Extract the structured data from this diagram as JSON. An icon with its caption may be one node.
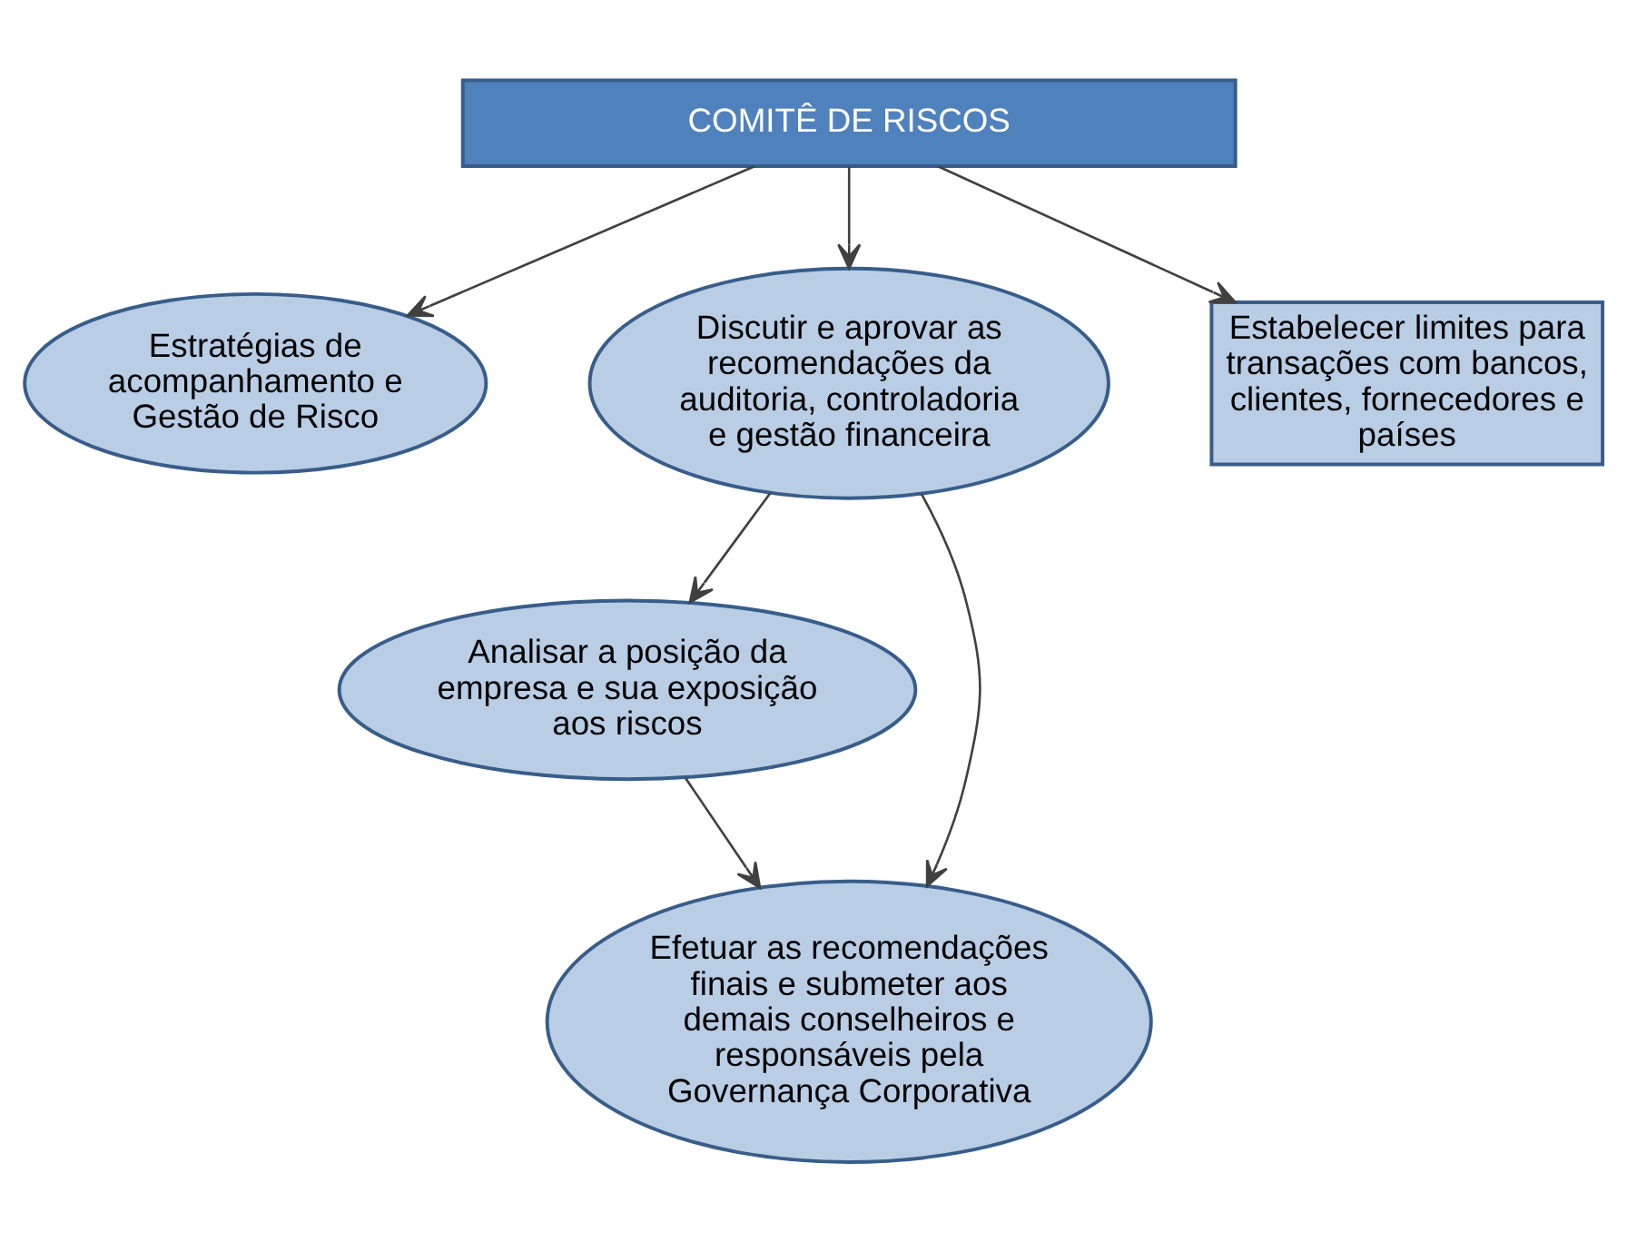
{
  "diagram": {
    "nodes": [
      {
        "text": [
          "COMITÊ DE RISCOS"
        ]
      },
      {
        "text": [
          "Estratégias de acompanhamento e Gestão de Risco"
        ]
      },
      {
        "text": [
          "Discutir e aprovar as recomendações da auditoria, controladoria e gestão financeira"
        ]
      },
      {
        "text": [
          "Analisar a posição da empresa e sua exposição aos riscos"
        ]
      },
      {
        "text": [
          "Efetuar as recomendações finais e submeter aos demais conselheiros e responsáveis pela Governança Corporativa"
        ]
      },
      {
        "text": [
          "Estabelecer limites para transações com bancos, clientes, fornecedores e países"
        ]
      }
    ],
    "edges": [
      {
        "from": 0,
        "to": 1,
        "arrow": "to"
      },
      {
        "from": 0,
        "to": 2,
        "arrow": "to"
      },
      {
        "from": 0,
        "to": 5,
        "arrow": "to"
      },
      {
        "from": 2,
        "to": 3,
        "arrow": "to"
      },
      {
        "from": 2,
        "to": 4,
        "arrow": "to"
      },
      {
        "from": 3,
        "to": 4,
        "arrow": "to"
      }
    ]
  }
}
